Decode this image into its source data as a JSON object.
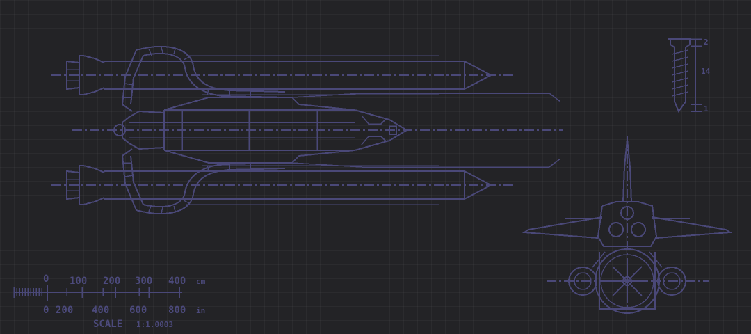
{
  "scale": {
    "top_labels": [
      "0",
      "100",
      "200",
      "300",
      "400",
      "cm"
    ],
    "bottom_labels": [
      "0",
      "200",
      "400",
      "600",
      "800",
      "in"
    ],
    "caption": "SCALE",
    "ratio": "1:1.0003"
  },
  "bolt_dims": {
    "top": "2",
    "length": "14",
    "bottom": "1"
  },
  "colors": {
    "background": "#232326",
    "line": "#4a4878"
  }
}
